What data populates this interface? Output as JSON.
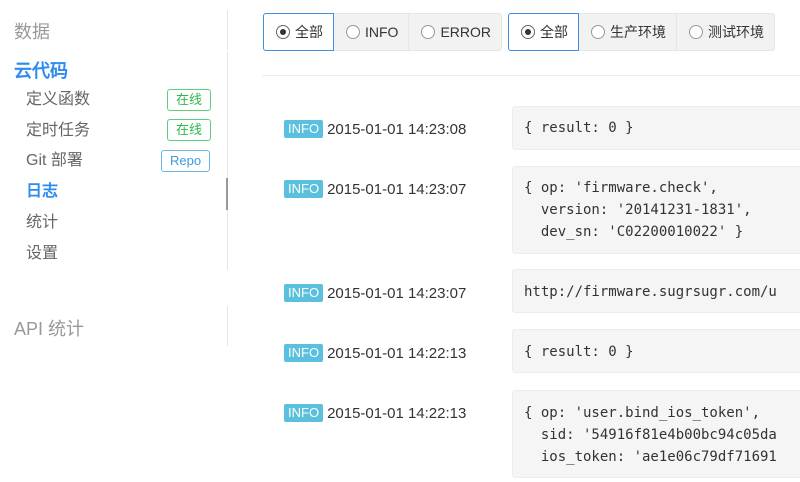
{
  "sidebar": {
    "section1_title": "数据",
    "section2_title": "云代码",
    "section3_title": "API 统计",
    "items": [
      {
        "label": "定义函数",
        "badge": "在线"
      },
      {
        "label": "定时任务",
        "badge": "在线"
      },
      {
        "label": "Git 部署",
        "badge": "Repo"
      },
      {
        "label": "日志"
      },
      {
        "label": "统计"
      },
      {
        "label": "设置"
      }
    ]
  },
  "filters": {
    "level": [
      {
        "label": "全部",
        "selected": true
      },
      {
        "label": "INFO",
        "selected": false
      },
      {
        "label": "ERROR",
        "selected": false
      }
    ],
    "env": [
      {
        "label": "全部",
        "selected": true
      },
      {
        "label": "生产环境",
        "selected": false
      },
      {
        "label": "测试环境",
        "selected": false
      }
    ]
  },
  "logs": [
    {
      "level": "INFO",
      "time": "2015-01-01 14:23:08",
      "message": "{ result: 0 }"
    },
    {
      "level": "INFO",
      "time": "2015-01-01 14:23:07",
      "message": "{ op: 'firmware.check',\n  version: '20141231-1831',\n  dev_sn: 'C02200010022' }"
    },
    {
      "level": "INFO",
      "time": "2015-01-01 14:23:07",
      "message": "http://firmware.sugrsugr.com/u"
    },
    {
      "level": "INFO",
      "time": "2015-01-01 14:22:13",
      "message": "{ result: 0 }"
    },
    {
      "level": "INFO",
      "time": "2015-01-01 14:22:13",
      "message": "{ op: 'user.bind_ios_token',\n  sid: '54916f81e4b00bc94c05da\n  ios_token: 'ae1e06c79df71691"
    }
  ],
  "colors": {
    "accent": "#2d8cf0",
    "info_tag": "#5bc0de",
    "online_badge": "#2db84d",
    "repo_badge": "#3b9be0"
  }
}
